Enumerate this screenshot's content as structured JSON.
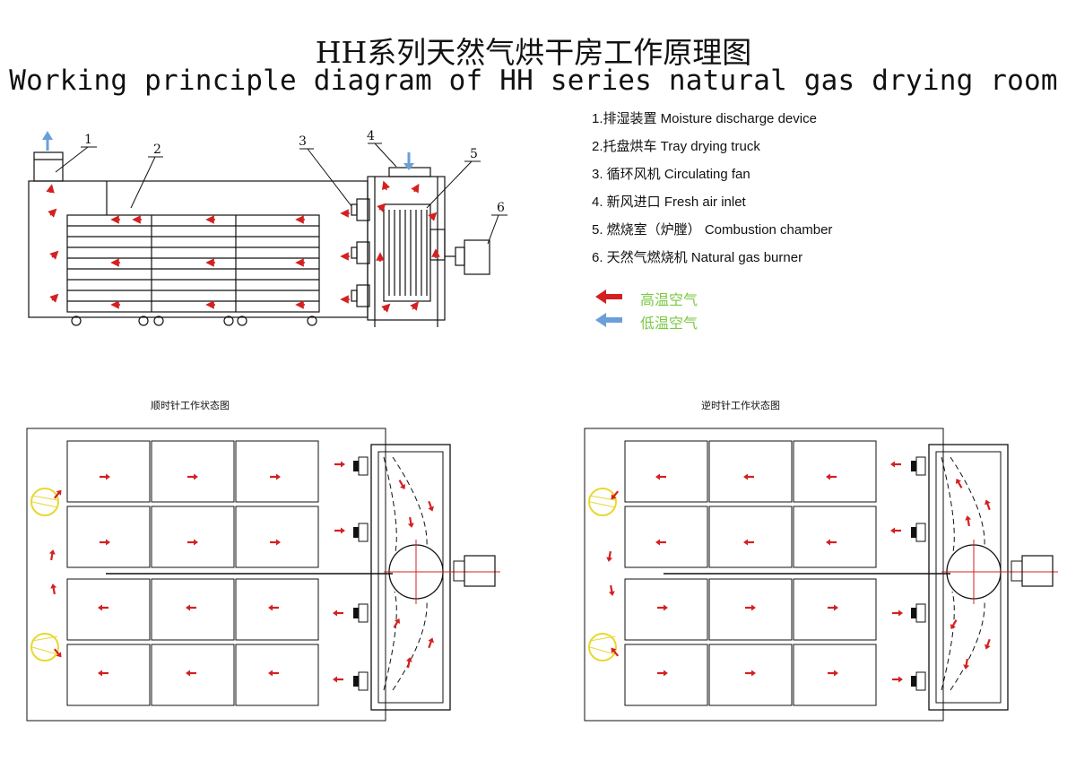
{
  "title_zh": "HH系列天然气烘干房工作原理图",
  "title_en": "Working principle diagram of HH series natural gas drying room",
  "components": [
    {
      "num": "1",
      "label": "1.排湿装置  Moisture discharge device"
    },
    {
      "num": "2",
      "label": "2.托盘烘车  Tray drying truck"
    },
    {
      "num": "3",
      "label": "3. 循环风机 Circulating fan"
    },
    {
      "num": "4",
      "label": "4. 新风进口 Fresh air inlet"
    },
    {
      "num": "5",
      "label": "5. 燃烧室（炉膛）  Combustion chamber"
    },
    {
      "num": "6",
      "label": "6. 天然气燃烧机  Natural gas burner"
    }
  ],
  "air_legend": {
    "high_temp": "高温空气",
    "low_temp": "低温空气"
  },
  "diagrams": {
    "clockwise_caption": "顺时针工作状态图",
    "counterclockwise_caption": "逆时针工作状态图"
  },
  "colors": {
    "hot_arrow": "#d42020",
    "cold_arrow": "#6a9fd8",
    "legend_text": "#7ac943",
    "exhaust_circle": "#f2e94a",
    "line": "#111111"
  }
}
